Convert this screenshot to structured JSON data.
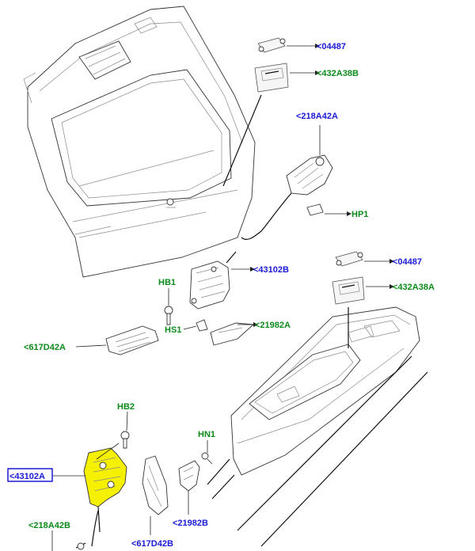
{
  "callouts": [
    {
      "id": "c1",
      "text": "<04487",
      "color": "blue"
    },
    {
      "id": "c2",
      "text": "<432A38B",
      "color": "green"
    },
    {
      "id": "c3",
      "text": "<218A42A",
      "color": "blue"
    },
    {
      "id": "c4",
      "text": "HP1",
      "color": "green"
    },
    {
      "id": "c5",
      "text": "<43102B",
      "color": "blue"
    },
    {
      "id": "c6",
      "text": "<04487",
      "color": "blue"
    },
    {
      "id": "c7",
      "text": "HB1",
      "color": "green"
    },
    {
      "id": "c8",
      "text": "<432A38A",
      "color": "green"
    },
    {
      "id": "c9",
      "text": "HS1",
      "color": "green"
    },
    {
      "id": "c10",
      "text": "<21982A",
      "color": "green"
    },
    {
      "id": "c11",
      "text": "<617D42A",
      "color": "green"
    },
    {
      "id": "c12",
      "text": "HB2",
      "color": "green"
    },
    {
      "id": "c13",
      "text": "HN1",
      "color": "green"
    },
    {
      "id": "c14",
      "text": "<43102A",
      "color": "blue",
      "selected": true
    },
    {
      "id": "c15",
      "text": "<218A42B",
      "color": "green"
    },
    {
      "id": "c16",
      "text": "<21982B",
      "color": "blue"
    },
    {
      "id": "c17",
      "text": "<617D42B",
      "color": "blue"
    }
  ],
  "colors": {
    "blue": "#1a1ad6",
    "green": "#0c8a1a",
    "highlight": "#f5ef00"
  }
}
